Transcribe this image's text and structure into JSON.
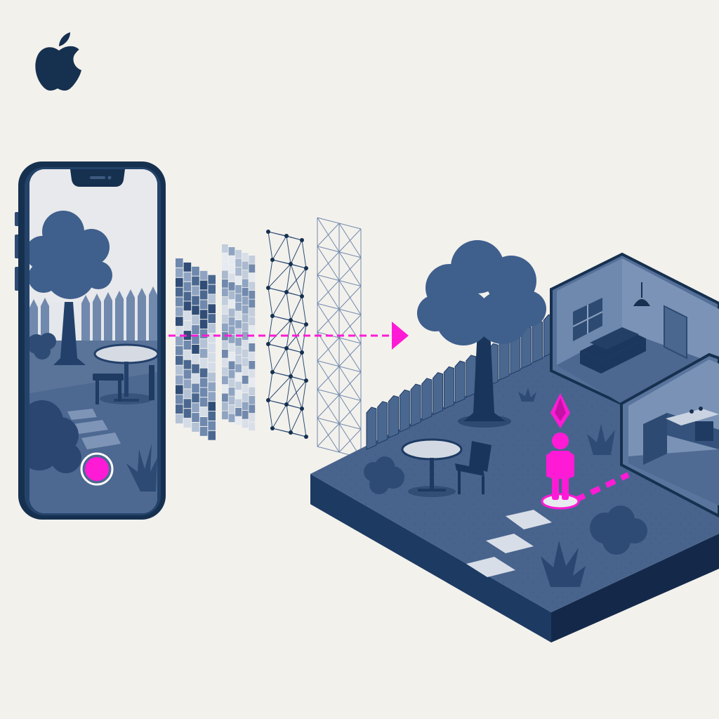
{
  "colors": {
    "background": "#f3f1ec",
    "navy": "#16304f",
    "blue_dark": "#2f4d76",
    "blue_mid": "#4a6790",
    "blue_light": "#8fa4c2",
    "blue_pale": "#c9d3e2",
    "magenta": "#ff1bd6"
  },
  "icons": {
    "logo": "apple-logo",
    "record": "record-button",
    "waypoint": "diamond-location-marker",
    "person": "person-marker"
  },
  "phone": {
    "scene": [
      "tree",
      "fence",
      "patio-table",
      "chair",
      "shrub",
      "stepping-stones",
      "plant"
    ],
    "record_button": "record"
  },
  "pipeline": {
    "stages": [
      "pixel-grid",
      "feature-map",
      "point-graph",
      "wireframe-mesh"
    ],
    "flow": "left-to-right"
  },
  "scene3d": {
    "objects": [
      "tree",
      "fence",
      "patio-table",
      "chair",
      "shrubs",
      "plants",
      "stepping-stones",
      "living-room",
      "kitchen"
    ],
    "marker": "person-with-path"
  }
}
